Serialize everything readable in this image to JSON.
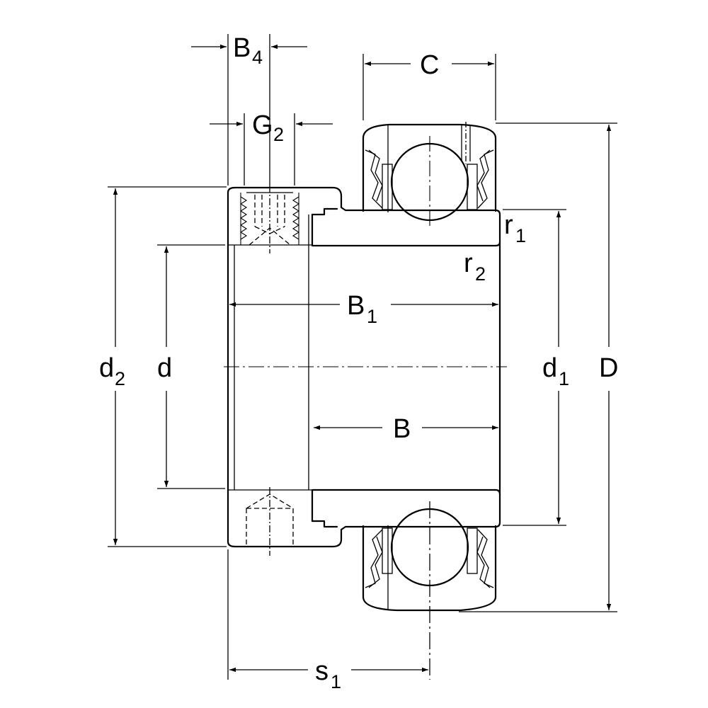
{
  "labels": {
    "B4": {
      "main": "B",
      "sub": "4"
    },
    "G2": {
      "main": "G",
      "sub": "2"
    },
    "C": {
      "main": "C"
    },
    "r1": {
      "main": "r",
      "sub": "1"
    },
    "r2": {
      "main": "r",
      "sub": "2"
    },
    "B1": {
      "main": "B",
      "sub": "1"
    },
    "d2": {
      "main": "d",
      "sub": "2"
    },
    "d": {
      "main": "d"
    },
    "d1": {
      "main": "d",
      "sub": "1"
    },
    "D": {
      "main": "D"
    },
    "B": {
      "main": "B"
    },
    "s1": {
      "main": "s",
      "sub": "1"
    }
  },
  "colors": {
    "line": "#000000",
    "background": "#ffffff"
  }
}
